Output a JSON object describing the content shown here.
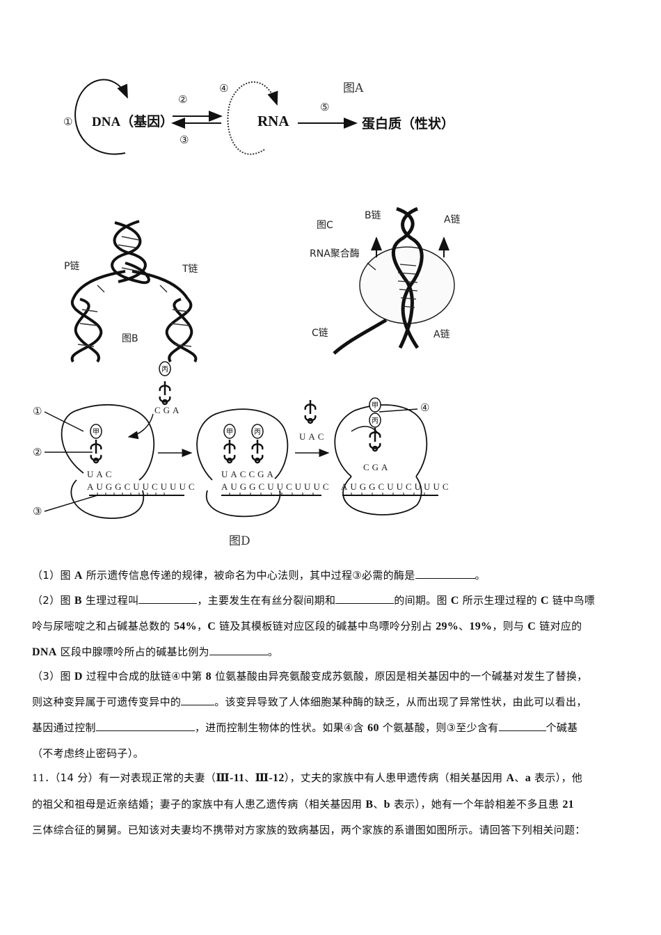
{
  "figure_a": {
    "caption": "图A",
    "dna_label": "DNA（基因）",
    "rna_label": "RNA",
    "protein_label": "蛋白质（性状）",
    "process_markers": [
      "①",
      "②",
      "③",
      "④",
      "⑤"
    ]
  },
  "figure_b": {
    "caption": "图B",
    "left_strand": "P链",
    "right_strand": "T链"
  },
  "figure_c": {
    "caption": "图C",
    "strand_b": "B链",
    "strand_a_top": "A链",
    "strand_c": "C链",
    "strand_a_bottom": "A链",
    "enzyme": "RNA聚合酶"
  },
  "figure_d": {
    "caption": "图D",
    "markers": [
      "①",
      "②",
      "③",
      "④"
    ],
    "amino_acids": {
      "jia": "甲",
      "bing": "丙"
    },
    "incoming_anticodon": "CGA",
    "step1_anticodon": "UAC",
    "step2_anticodons": "UACCGA",
    "leaving_anticodon": "UAC",
    "step3_anticodon": "CGA",
    "mrna": "AUGGCUUCUUUC"
  },
  "questions": {
    "q1": {
      "prefix": "（1）图 ",
      "b1": "A",
      "text": " 所示遗传信息传递的规律，被命名为中心法则，其中过程③必需的酶是",
      "end": "。"
    },
    "q2": {
      "l1_a": "（2）图 ",
      "l1_b": "B",
      "l1_c": " 生理过程叫",
      "l1_d": "，主要发生在有丝分裂间期和",
      "l1_e": "的间期。图 ",
      "l1_f": "C",
      "l1_g": " 所示生理过程的 ",
      "l1_h": "C",
      "l1_i": " 链中鸟嘌",
      "l2_a": "呤与尿嘧啶之和占碱基总数的 ",
      "l2_b": "54%",
      "l2_c": "，",
      "l2_d": "C",
      "l2_e": " 链及其模板链对应区段的碱基中鸟嘌呤分别占 ",
      "l2_f": "29%",
      "l2_g": "、",
      "l2_h": "19%",
      "l2_i": "，则与 ",
      "l2_j": "C",
      "l2_k": " 链对应的",
      "l3_a": "DNA",
      "l3_b": " 区段中腺嘌呤所占的碱基比例为",
      "l3_c": "。"
    },
    "q3": {
      "l1_a": "（3）图 ",
      "l1_b": "D",
      "l1_c": " 过程中合成的肽链④中第 ",
      "l1_d": "8",
      "l1_e": " 位氨基酸由异亮氨酸变成苏氨酸，原因是相关基因中的一个碱基对发生了替换，",
      "l2_a": "则这种变异属于可遗传变异中的",
      "l2_b": "。该变异导致了人体细胞某种酶的缺乏，从而出现了异常性状，由此可以看出，",
      "l3_a": "基因通过控制",
      "l3_b": "，进而控制生物体的性状。如果④含 ",
      "l3_c": "60",
      "l3_d": " 个氨基酸，则③至少含有",
      "l3_e": "个碱基",
      "l4_a": "（不考虑终止密码子）。"
    },
    "q11": {
      "number": "11．",
      "score": "（14 分）",
      "l1_a": "有一对表现正常的夫妻（",
      "l1_b": "Ⅲ-11",
      "l1_c": "、",
      "l1_d": "Ⅲ-12",
      "l1_e": "），丈夫的家族中有人患甲遗传病（相关基因用 ",
      "l1_f": "A",
      "l1_g": "、",
      "l1_h": "a",
      "l1_i": " 表示），他",
      "l2_a": "的祖父和祖母是近亲结婚；妻子的家族中有人患乙遗传病（相关基因用 ",
      "l2_b": "B",
      "l2_c": "、",
      "l2_d": "b",
      "l2_e": " 表示），她有一个年龄相差不多且患 ",
      "l2_f": "21",
      "l3_a": "三体综合征的舅舅。已知该对夫妻均不携带对方家族的致病基因，两个家族的系谱图如图所示。请回答下列相关问题："
    }
  }
}
